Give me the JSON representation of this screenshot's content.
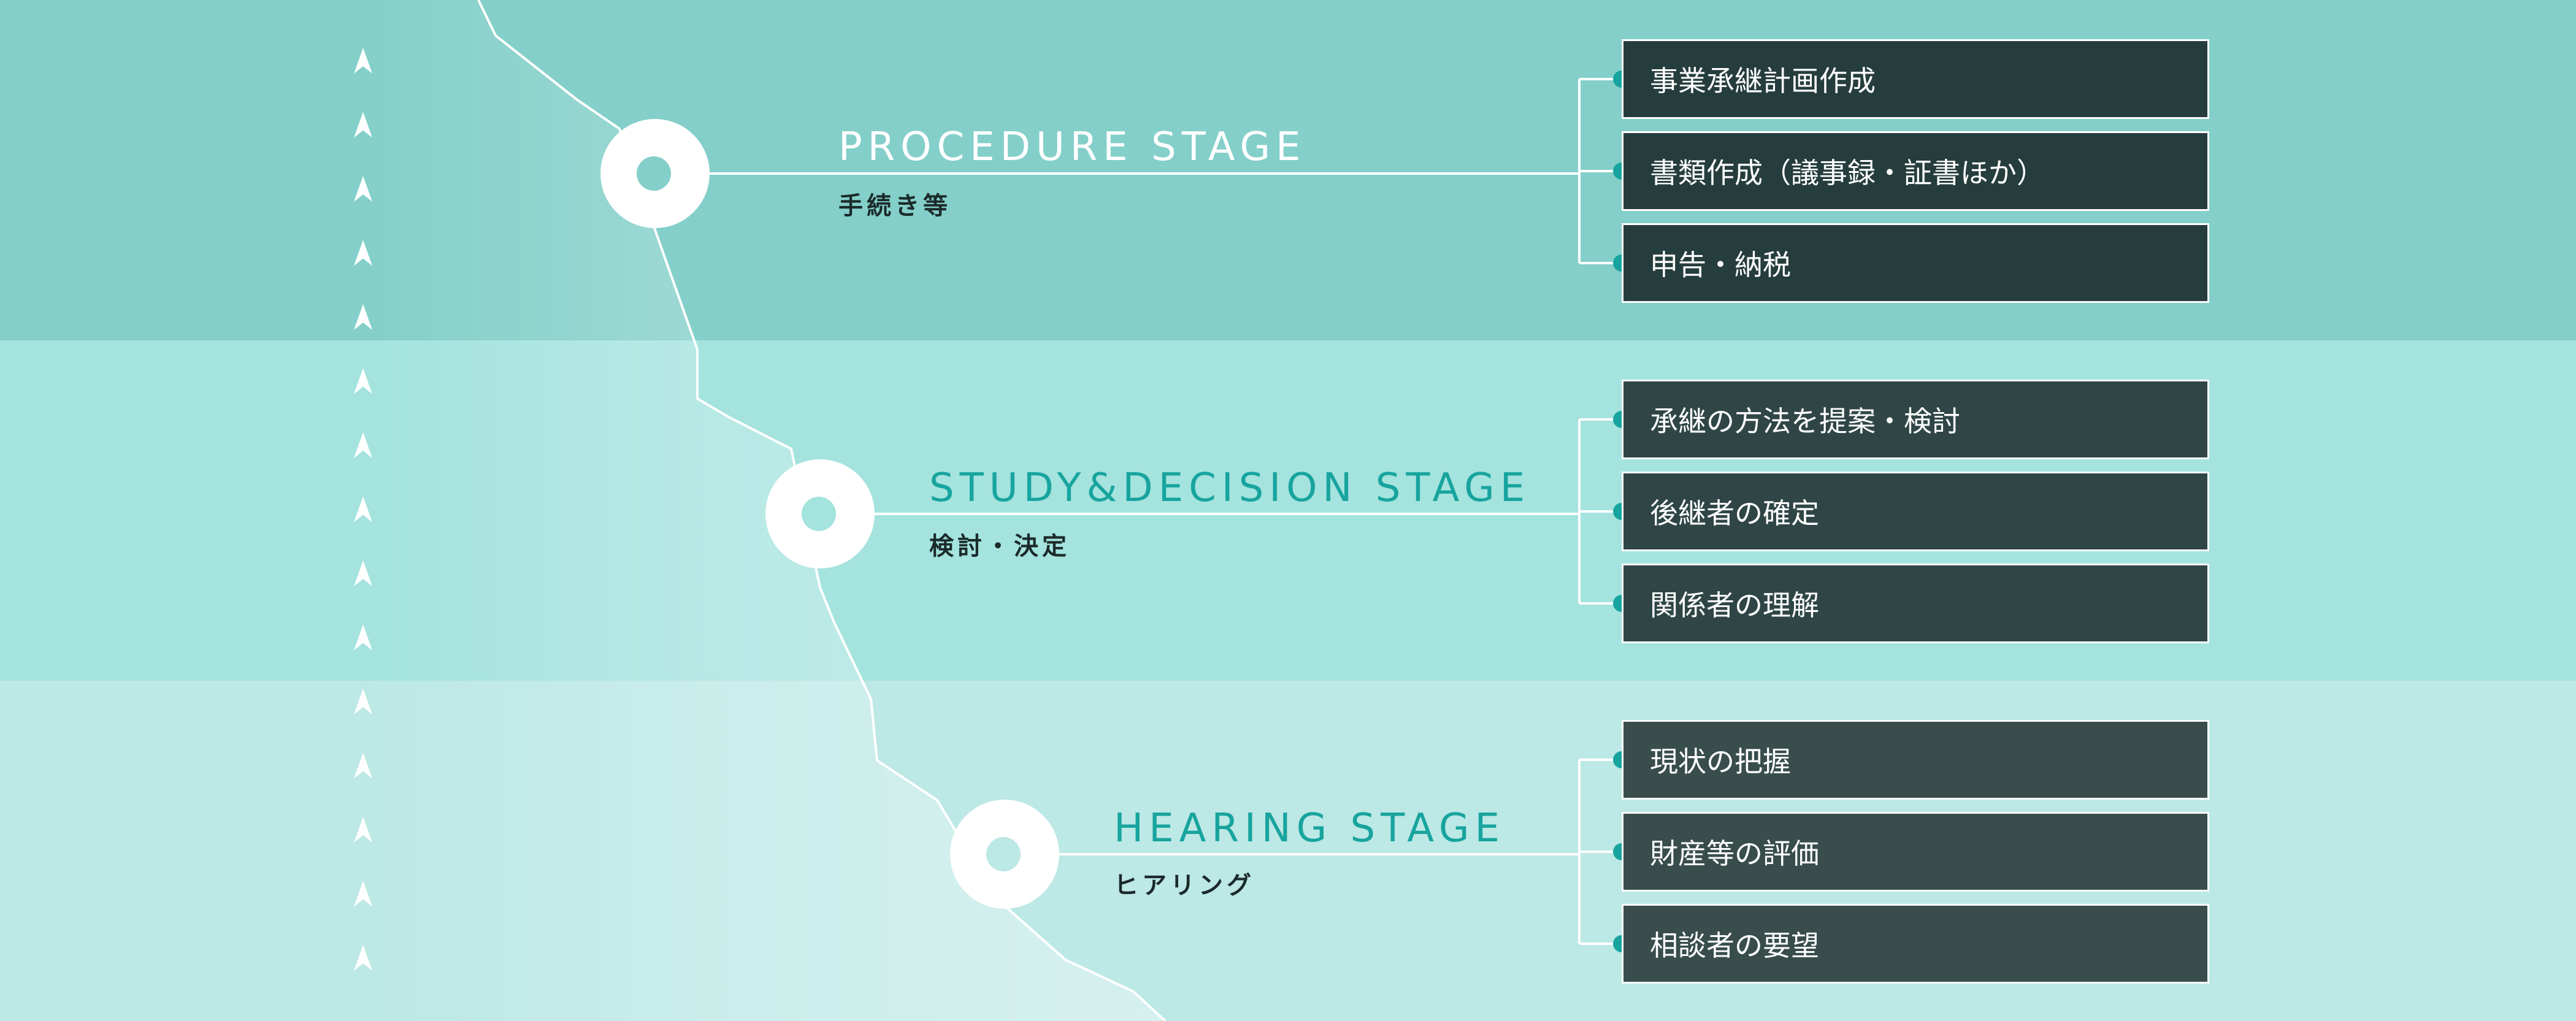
{
  "colors": {
    "band_top": "#84cfc9",
    "band_mid": "#a4e3de",
    "band_bottom": "#bce8e5",
    "accent": "#18a49e",
    "box_dark": "#263d3d",
    "box_mid": "#304646",
    "box_light": "#394d4d",
    "line": "#ffffff"
  },
  "stages": [
    {
      "title": "PROCEDURE STAGE",
      "subtitle": "手続き等",
      "title_color": "#ffffff",
      "items": [
        "事業承継計画作成",
        "書類作成（議事録・証書ほか）",
        "申告・納税"
      ]
    },
    {
      "title": "STUDY&DECISION STAGE",
      "subtitle": "検討・決定",
      "title_color": "#18a49e",
      "items": [
        "承継の方法を提案・検討",
        "後継者の確定",
        "関係者の理解"
      ]
    },
    {
      "title": "HEARING STAGE",
      "subtitle": "ヒアリング",
      "title_color": "#18a49e",
      "items": [
        "現状の把握",
        "財産等の評価",
        "相談者の要望"
      ]
    }
  ],
  "arrow_icon": "up-arrow-icon",
  "node_icon": "ring-node-icon"
}
